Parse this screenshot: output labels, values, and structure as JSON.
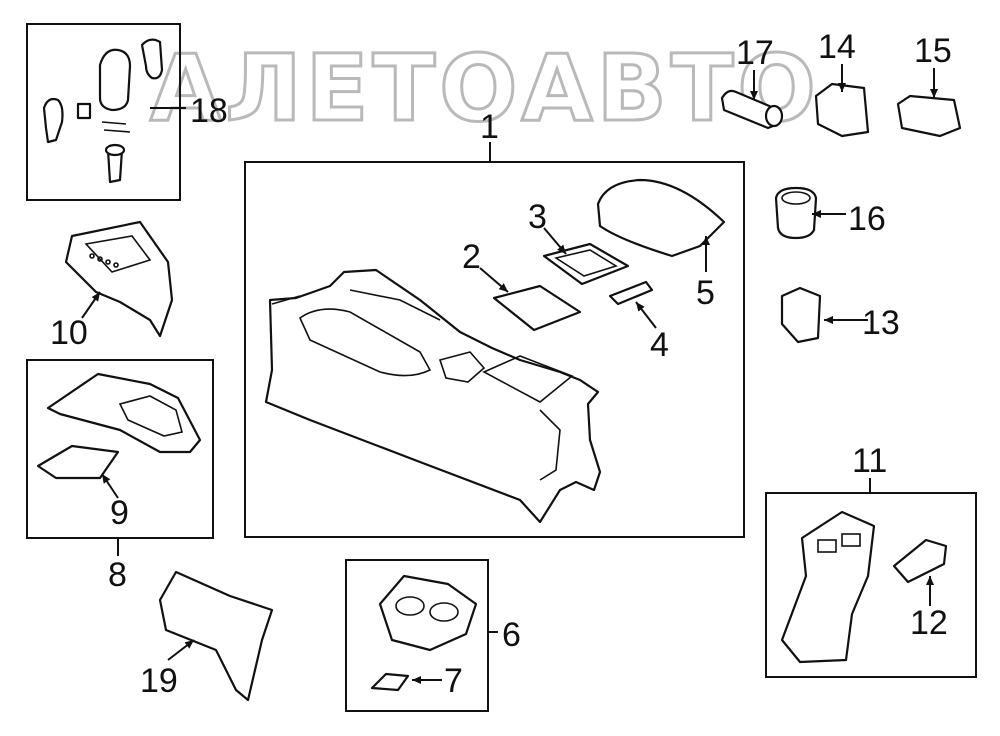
{
  "watermark": "АЛЕТОАВТО",
  "callouts": {
    "c1": "1",
    "c2": "2",
    "c3": "3",
    "c4": "4",
    "c5": "5",
    "c6": "6",
    "c7": "7",
    "c8": "8",
    "c9": "9",
    "c10": "10",
    "c11": "11",
    "c12": "12",
    "c13": "13",
    "c14": "14",
    "c15": "15",
    "c16": "16",
    "c17": "17",
    "c18": "18",
    "c19": "19"
  }
}
